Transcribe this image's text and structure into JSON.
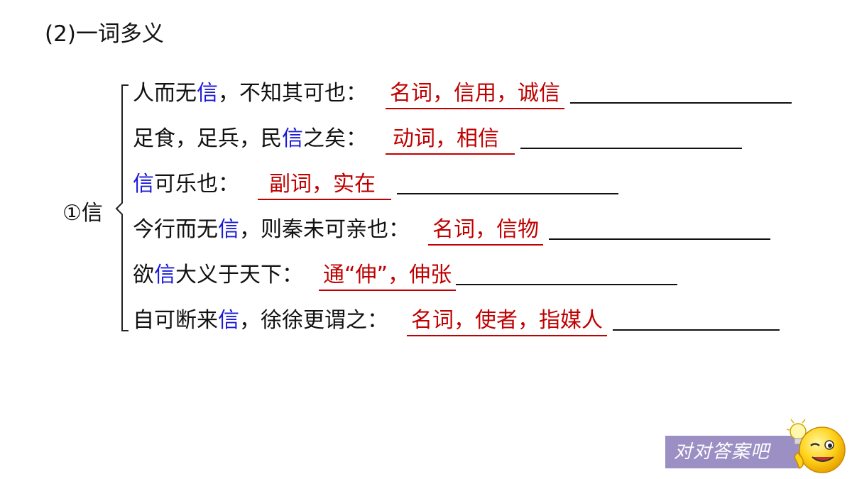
{
  "section": {
    "title": "(2)一词多义"
  },
  "word": {
    "label": "①信"
  },
  "rows": [
    {
      "before": "人而无",
      "key": "信",
      "after": "，不知其可也：",
      "answer": "名词，信用，诚信"
    },
    {
      "before": "足食，足兵，民",
      "key": "信",
      "after": "之矣：",
      "answer": "动词，相信"
    },
    {
      "before": "",
      "key": "信",
      "after": "可乐也：",
      "answer": "副词，实在"
    },
    {
      "before": "今行而无",
      "key": "信",
      "after": "，则秦未可亲也：",
      "answer": "名词，信物"
    },
    {
      "before": "欲",
      "key": "信",
      "after": "大义于天下：",
      "answer": "通“伸”，伸张"
    },
    {
      "before": "自可断来",
      "key": "信",
      "after": "，徐徐更谓之：",
      "answer": "名词，使者，指媒人"
    }
  ],
  "answer_button": {
    "label": "对对答案吧"
  },
  "mascot": {
    "icon": "winking-smiley-lightbulb-icon"
  },
  "colors": {
    "key_word": "#1a1ad6",
    "answer": "#c00000",
    "badge": "#9b8fc4"
  }
}
